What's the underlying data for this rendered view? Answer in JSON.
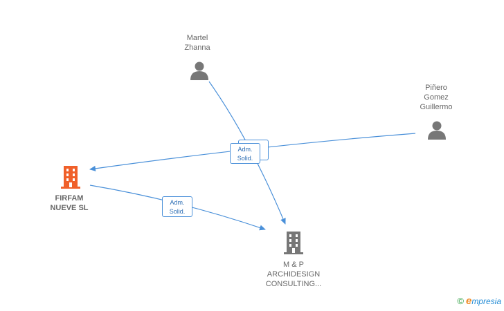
{
  "nodes": {
    "martel": {
      "lines": [
        "Martel",
        "Zhanna"
      ]
    },
    "pinero": {
      "lines": [
        "Piñero",
        "Gomez",
        "Guillermo"
      ]
    },
    "firfam": {
      "lines": [
        "FIRFAM",
        "NUEVE SL"
      ]
    },
    "mp": {
      "lines": [
        "M & P",
        "ARCHIDESIGN",
        "CONSULTING..."
      ]
    }
  },
  "edges": {
    "upper_label": [
      "Adm.",
      "Solid."
    ],
    "lower_label": [
      "Adm.",
      "Solid."
    ]
  },
  "watermark": {
    "copyright": "©",
    "brand_initial": "e",
    "brand_rest": "mpresia"
  },
  "colors": {
    "edge": "#4a90d9",
    "person_icon": "#777777",
    "company_active": "#f0602a",
    "company_other": "#777777",
    "label_text": "#666666"
  }
}
